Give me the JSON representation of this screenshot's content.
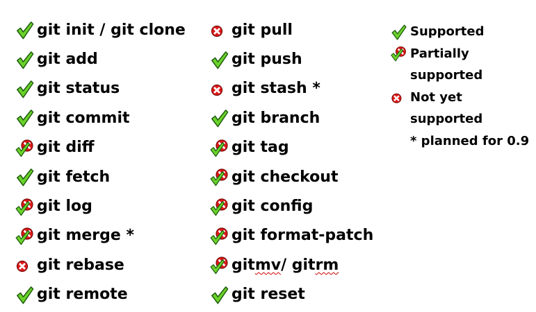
{
  "column1": [
    {
      "status": "supported",
      "parts": [
        "git init / git clone"
      ]
    },
    {
      "status": "supported",
      "parts": [
        "git add"
      ]
    },
    {
      "status": "supported",
      "parts": [
        "git status"
      ]
    },
    {
      "status": "supported",
      "parts": [
        "git commit"
      ]
    },
    {
      "status": "partial",
      "parts": [
        "git diff"
      ]
    },
    {
      "status": "supported",
      "parts": [
        "git fetch"
      ]
    },
    {
      "status": "partial",
      "parts": [
        "git log"
      ]
    },
    {
      "status": "partial",
      "parts": [
        "git merge *"
      ]
    },
    {
      "status": "not-yet",
      "parts": [
        "git rebase"
      ]
    },
    {
      "status": "supported",
      "parts": [
        "git remote"
      ]
    }
  ],
  "column2": [
    {
      "status": "not-yet",
      "parts": [
        "git pull"
      ]
    },
    {
      "status": "supported",
      "parts": [
        "git push"
      ]
    },
    {
      "status": "not-yet",
      "parts": [
        "git stash *"
      ]
    },
    {
      "status": "supported",
      "parts": [
        "git branch"
      ]
    },
    {
      "status": "partial",
      "parts": [
        "git tag"
      ]
    },
    {
      "status": "partial",
      "parts": [
        "git checkout"
      ]
    },
    {
      "status": "partial",
      "parts": [
        "git config"
      ]
    },
    {
      "status": "partial",
      "parts": [
        "git format-patch"
      ]
    },
    {
      "status": "partial",
      "parts": [
        "git ",
        "mv",
        " / git ",
        "rm"
      ]
    },
    {
      "status": "supported",
      "parts": [
        "git reset"
      ]
    }
  ],
  "legend": {
    "supported": "Supported",
    "partial_1": "Partially",
    "partial_2": "supported",
    "not_yet_1": "Not yet",
    "not_yet_2": "supported",
    "note": "* planned for 0.9"
  },
  "colors": {
    "check_fill": "#6bd32a",
    "check_stroke": "#1f5c10",
    "x_fill": "#e01818",
    "x_stroke": "#7a0a0a"
  },
  "icons": {
    "supported": "check-icon",
    "partial": "partial-check-x-icon",
    "not-yet": "x-circle-icon"
  }
}
